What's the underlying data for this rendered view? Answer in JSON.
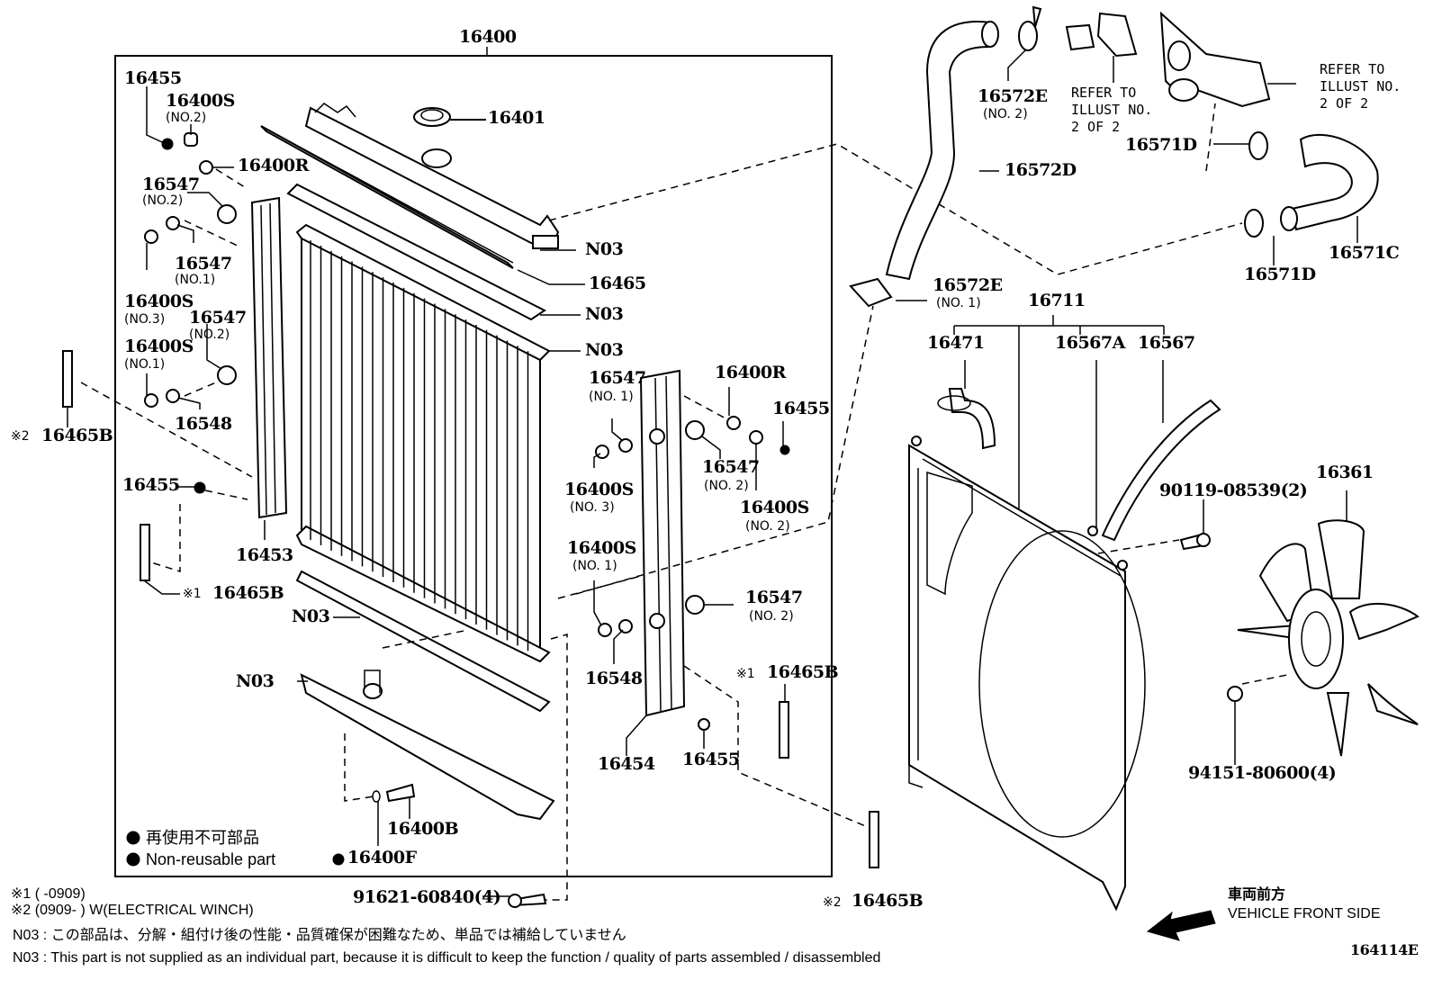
{
  "diagram": {
    "assembly_label": "16400",
    "figure_code": "164114E",
    "parts": {
      "p16455_tl": "16455",
      "p16400S_tl": "16400S",
      "p16400S_tl_no": "(NO.2)",
      "p16400R_tl": "16400R",
      "p16547_l1": "16547",
      "p16547_l1_no": "(NO.2)",
      "p16547_l2": "16547",
      "p16547_l2_no": "(NO.1)",
      "p16400S_l3": "16400S",
      "p16400S_l3_no": "(NO.3)",
      "p16547_l3": "16547",
      "p16547_l3_no": "(NO.2)",
      "p16400S_l4": "16400S",
      "p16400S_l4_no": "(NO.1)",
      "p16548_l": "16548",
      "p16465B_l2": "16465B",
      "p16455_l": "16455",
      "p16453": "16453",
      "p16465B_l1": "16465B",
      "p16401": "16401",
      "n03_1": "N03",
      "p16465": "16465",
      "n03_2": "N03",
      "n03_3": "N03",
      "n03_4": "N03",
      "n03_5": "N03",
      "p16547_r1": "16547",
      "p16547_r1_no": "(NO. 1)",
      "p16400S_r3": "16400S",
      "p16400S_r3_no": "(NO. 3)",
      "p16400R_r": "16400R",
      "p16455_r": "16455",
      "p16547_r2": "16547",
      "p16547_r2_no": "(NO. 2)",
      "p16400S_r2": "16400S",
      "p16400S_r2_no": "(NO. 2)",
      "p16400S_r1": "16400S",
      "p16400S_r1_no": "(NO. 1)",
      "p16547_r3": "16547",
      "p16547_r3_no": "(NO. 2)",
      "p16548_r": "16548",
      "p16454": "16454",
      "p16455_b": "16455",
      "p16465B_r1": "16465B",
      "p16400B": "16400B",
      "p16400F": "16400F",
      "p91621": "91621-60840(4)",
      "p16465B_r2": "16465B",
      "p16572E_2": "16572E",
      "p16572E_2_no": "(NO. 2)",
      "refer1": "REFER TO\nILLUST NO.\n2 OF 2",
      "refer2": "REFER TO\nILLUST NO.\n2 OF 2",
      "p16572D": "16572D",
      "p16571D_1": "16571D",
      "p16571D_2": "16571D",
      "p16571C": "16571C",
      "p16572E_1": "16572E",
      "p16572E_1_no": "(NO. 1)",
      "p16711": "16711",
      "p16471": "16471",
      "p16567A": "16567A",
      "p16567": "16567",
      "p90119": "90119-08539(2)",
      "p16361": "16361",
      "p94151": "94151-80600(4)"
    },
    "marks": {
      "m1": "※1",
      "m2": "※2"
    },
    "legend": {
      "jp": "再使用不可部品",
      "en": "Non-reusable part"
    },
    "footnotes": {
      "note1": "※1 (      -0909)",
      "note2": "※2 (0909-       ) W(ELECTRICAL WINCH)",
      "n03_jp": "N03 : この部品は、分解・組付け後の性能・品質確保が困難なため、単品では補給していません",
      "n03_en": "N03 : This part is not supplied as an individual part, because it is difficult to keep the function / quality of parts assembled / disassembled"
    },
    "direction": {
      "jp": "車両前方",
      "en": "VEHICLE FRONT SIDE"
    }
  }
}
